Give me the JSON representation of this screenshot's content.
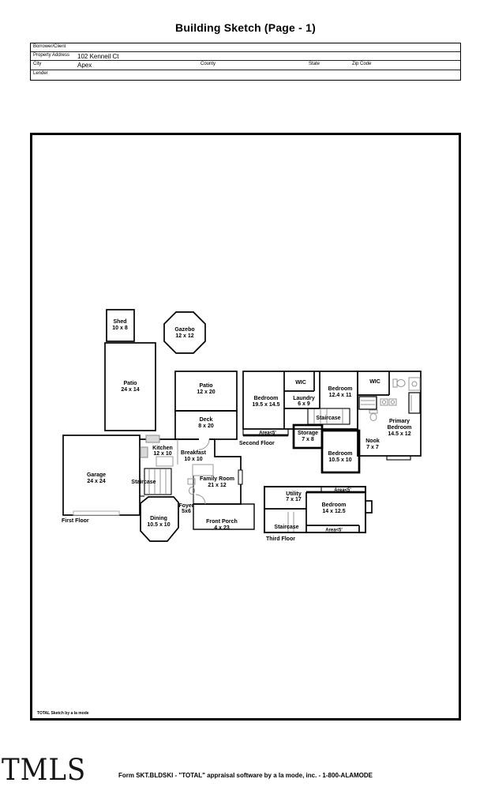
{
  "page": {
    "title": "Building Sketch (Page - 1)"
  },
  "form": {
    "borrower_label": "Borrower/Client",
    "property_address_label": "Property Address",
    "property_address_value": "102 Kenneil Ct",
    "city_label": "City",
    "city_value": "Apex",
    "county_label": "County",
    "state_label": "State",
    "zip_label": "Zip Code",
    "lender_label": "Lender"
  },
  "sketch": {
    "watermark": "TOTAL Sketch by a la mode",
    "floors": {
      "first": "First Floor",
      "second": "Second Floor",
      "third": "Third Floor"
    },
    "rooms": {
      "shed": {
        "name": "Shed",
        "dims": "10 x 8"
      },
      "gazebo": {
        "name": "Gazebo",
        "dims": "12 x 12"
      },
      "patio_large": {
        "name": "Patio",
        "dims": "24 x 14"
      },
      "patio_small": {
        "name": "Patio",
        "dims": "12 x 20"
      },
      "deck": {
        "name": "Deck",
        "dims": "8 x 20"
      },
      "bedroom_a": {
        "name": "Bedroom",
        "dims": "19.5 x 14.5"
      },
      "wic_a": {
        "name": "WIC"
      },
      "laundry": {
        "name": "Laundry",
        "dims": "6 x 9"
      },
      "bedroom_b": {
        "name": "Bedroom",
        "dims": "12.4 x 11"
      },
      "staircase_second": {
        "name": "Staircase"
      },
      "wic_b": {
        "name": "WIC"
      },
      "primary_bedroom": {
        "line1": "Primary",
        "line2": "Bedroom",
        "dims": "14.5 x 12"
      },
      "area_second": {
        "name": "Area<5'"
      },
      "storage": {
        "name": "Storage",
        "dims": "7 x 8"
      },
      "bedroom_c": {
        "name": "Bedroom",
        "dims": "10.5 x 10"
      },
      "nook": {
        "name": "Nook",
        "dims": "7 x 7"
      },
      "garage": {
        "name": "Garage",
        "dims": "24 x 24"
      },
      "kitchen": {
        "name": "Kitchen",
        "dims": "12 x 10"
      },
      "breakfast": {
        "name": "Breakfast",
        "dims": "10 x 10"
      },
      "staircase_first": {
        "name": "Staircase"
      },
      "family_room": {
        "name": "Family Room",
        "dims": "21 x 12"
      },
      "foyer": {
        "name": "Foyer",
        "dims": "5x6"
      },
      "dining": {
        "name": "Dining",
        "dims": "10.5 x 10"
      },
      "front_porch": {
        "name": "Front Porch",
        "dims": "4 x 23"
      },
      "utility": {
        "name": "Utility",
        "dims": "7 x 17"
      },
      "area_third_top": {
        "name": "Area<5'"
      },
      "bedroom_d": {
        "name": "Bedroom",
        "dims": "14 x 12.5"
      },
      "staircase_third": {
        "name": "Staircase"
      },
      "area_third_bottom": {
        "name": "Area<5'"
      }
    }
  },
  "footer": {
    "text": "Form SKT.BLDSKI - \"TOTAL\" appraisal software by a la mode, inc. - 1-800-ALAMODE"
  },
  "logo": {
    "text": "TMLS"
  },
  "colors": {
    "ink": "#000000",
    "fixture_gray": "#8a8a8a",
    "background": "#ffffff"
  }
}
